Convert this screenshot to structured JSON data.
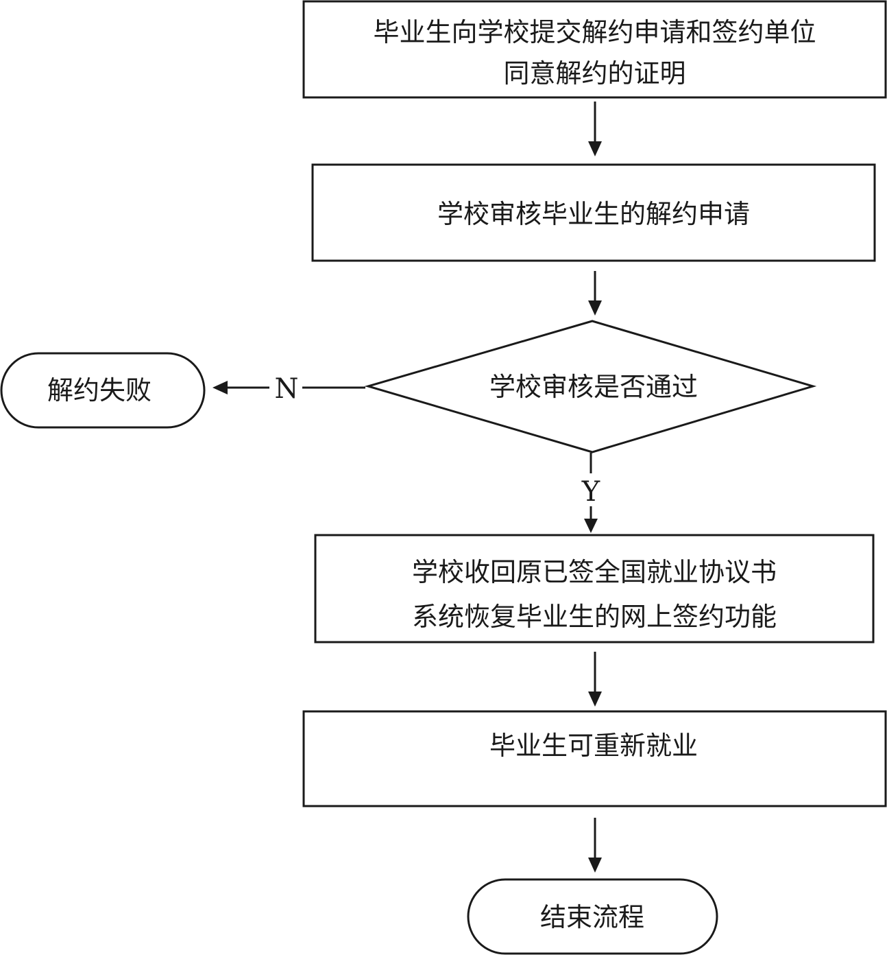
{
  "nodes": {
    "submit": {
      "lines": [
        "毕业生向学校提交解约申请和签约单位",
        "同意解约的证明"
      ]
    },
    "review": {
      "lines": [
        "学校审核毕业生的解约申请"
      ]
    },
    "decision": {
      "lines": [
        "学校审核是否通过"
      ]
    },
    "fail": {
      "lines": [
        "解约失败"
      ]
    },
    "reclaim": {
      "lines": [
        "学校收回原已签全国就业协议书",
        "系统恢复毕业生的网上签约功能"
      ]
    },
    "reemploy": {
      "lines": [
        "毕业生可重新就业"
      ]
    },
    "end": {
      "lines": [
        "结束流程"
      ]
    }
  },
  "edges": {
    "no_label": "N",
    "yes_label": "Y"
  }
}
